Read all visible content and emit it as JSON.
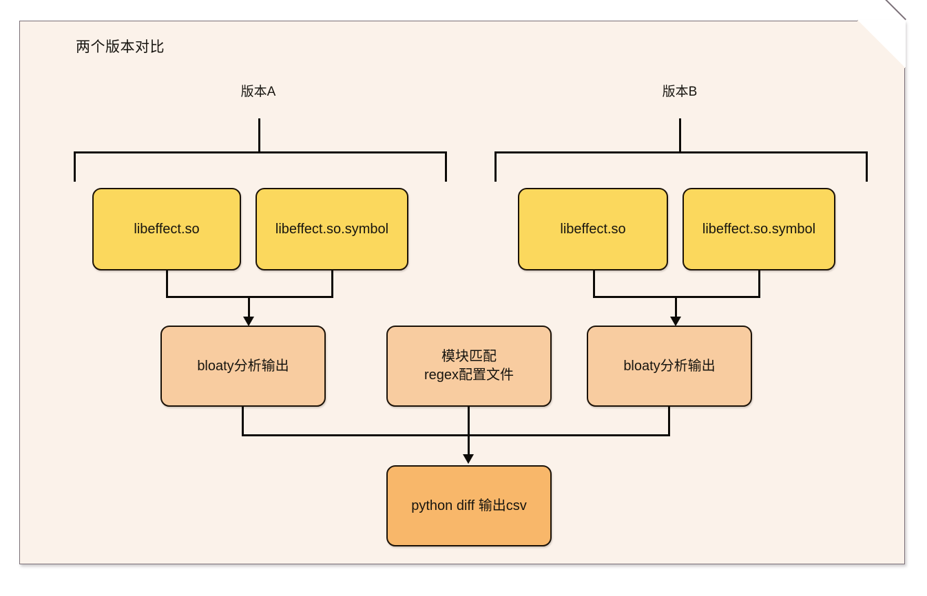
{
  "card": {
    "title": "两个版本对比",
    "background_color": "#fbf2ea",
    "border_color": "#7b7078",
    "folded_corner": true
  },
  "palette": {
    "page_background": "#ffffff",
    "card_background": "#fbf2ea",
    "node_yellow": "#fbd85d",
    "node_orange": "#f8cca0",
    "node_orange_strong": "#f8b76a",
    "node_border": "#1b1208",
    "connector": "#0d0b08",
    "text": "#16140f"
  },
  "groups": [
    {
      "id": "version-a",
      "label": "版本A"
    },
    {
      "id": "version-b",
      "label": "版本B"
    }
  ],
  "nodes": {
    "a_lib": {
      "label": "libeffect.so",
      "style": "yellow"
    },
    "a_symbol": {
      "label": "libeffect.so.symbol",
      "style": "yellow"
    },
    "b_lib": {
      "label": "libeffect.so",
      "style": "yellow"
    },
    "b_symbol": {
      "label": "libeffect.so.symbol",
      "style": "yellow"
    },
    "a_bloaty": {
      "label": "bloaty分析输出",
      "style": "orange"
    },
    "b_bloaty": {
      "label": "bloaty分析输出",
      "style": "orange"
    },
    "regex_config": {
      "line1": "模块匹配",
      "line2": "regex配置文件",
      "style": "orange"
    },
    "diff_output": {
      "label": "python diff 输出csv",
      "style": "orange-strong"
    }
  },
  "flow": {
    "description": "版本A与版本B的libeffect.so与libeffect.so.symbol分别经bloaty分析输出，与模块匹配regex配置文件一起汇入python diff 输出csv"
  }
}
